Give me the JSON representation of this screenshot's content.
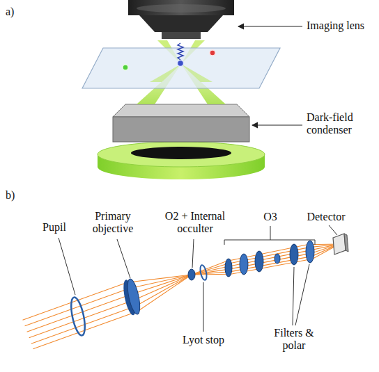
{
  "diagram": {
    "labels": [
      "a)",
      "Imaging lens",
      "Dark-field condenser",
      "b)",
      "Pupil",
      "Primary objective",
      "O2 + Internal occulter",
      "O3",
      "Detector",
      "Lyot stop",
      "Filters & polar"
    ]
  }
}
